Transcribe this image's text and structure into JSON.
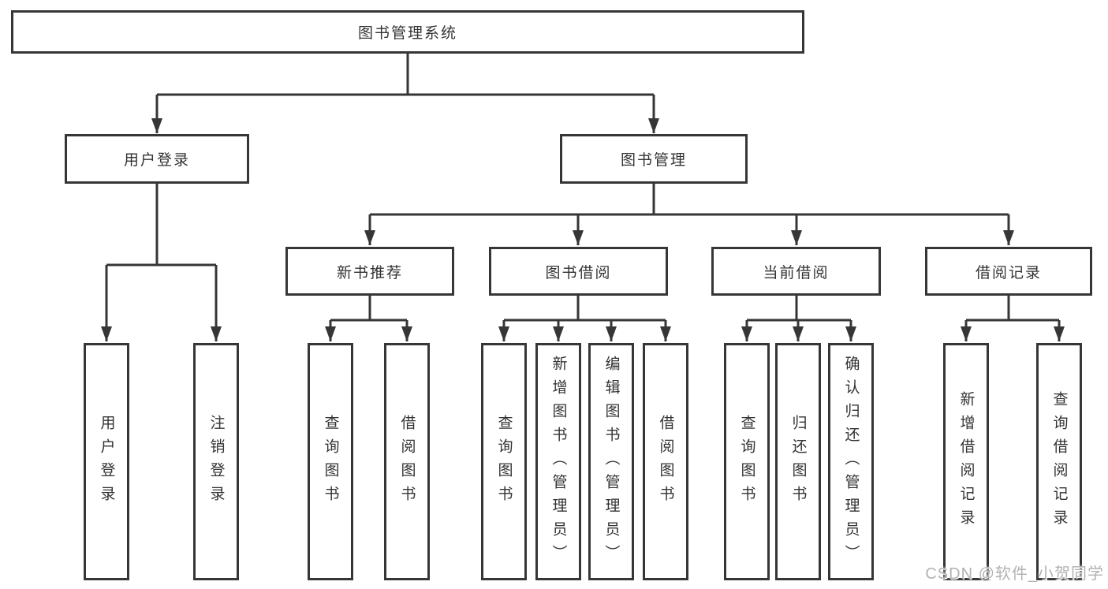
{
  "tree": {
    "root": {
      "label": "图书管理系统"
    },
    "children": [
      {
        "label": "用户登录",
        "children": [
          {
            "label": "用户登录"
          },
          {
            "label": "注销登录"
          }
        ]
      },
      {
        "label": "图书管理",
        "children": [
          {
            "label": "新书推荐",
            "children": [
              {
                "label": "查询图书"
              },
              {
                "label": "借阅图书"
              }
            ]
          },
          {
            "label": "图书借阅",
            "children": [
              {
                "label": "查询图书"
              },
              {
                "label": "新增图书（管理员）"
              },
              {
                "label": "编辑图书（管理员）"
              },
              {
                "label": "借阅图书"
              }
            ]
          },
          {
            "label": "当前借阅",
            "children": [
              {
                "label": "查询图书"
              },
              {
                "label": "归还图书"
              },
              {
                "label": "确认归还（管理员）"
              }
            ]
          },
          {
            "label": "借阅记录",
            "children": [
              {
                "label": "新增借阅记录"
              },
              {
                "label": "查询借阅记录"
              }
            ]
          }
        ]
      }
    ]
  },
  "watermark": {
    "text": "CSDN @软件_小贺同学"
  },
  "style": {
    "line_color": "#363636",
    "box_border_color": "#363636",
    "text_color": "#333333",
    "watermark_color": "#b2b2b2",
    "background_color": "#ffffff"
  }
}
